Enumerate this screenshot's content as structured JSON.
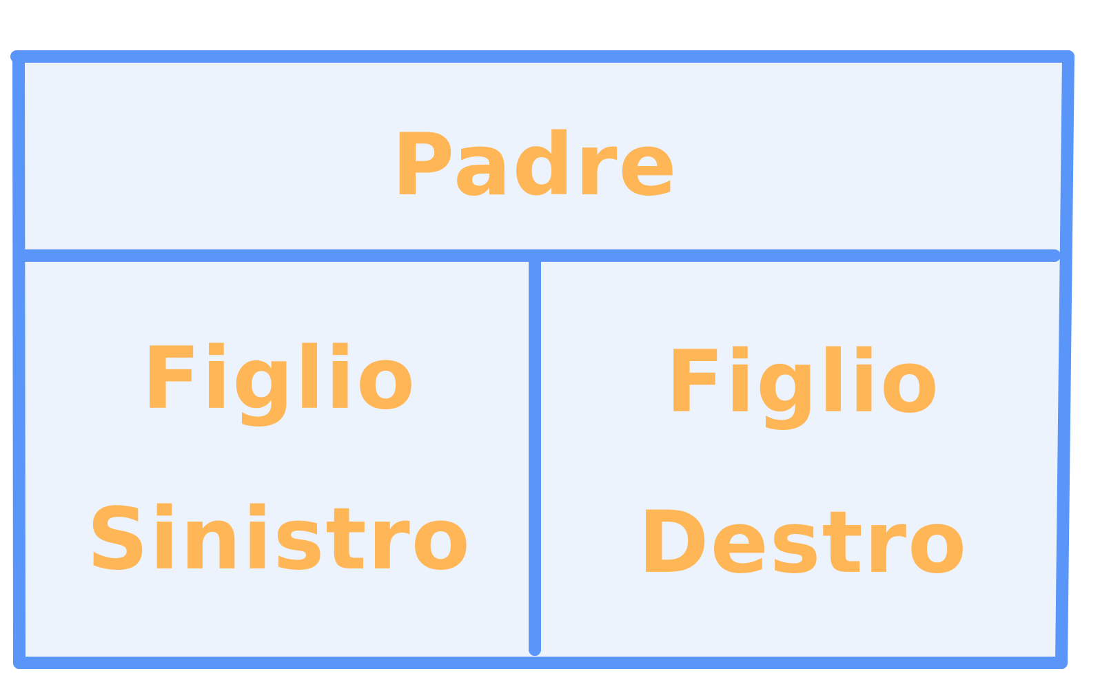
{
  "diagram": {
    "parent_label": "Padre",
    "left_child_line1": "Figlio",
    "left_child_line2": "Sinistro",
    "right_child_line1": "Figlio",
    "right_child_line2": "Destro"
  },
  "colors": {
    "line": "#5a96f9",
    "fill": "#ecf3fc",
    "text": "#ffb657",
    "background": "#ffffff"
  }
}
